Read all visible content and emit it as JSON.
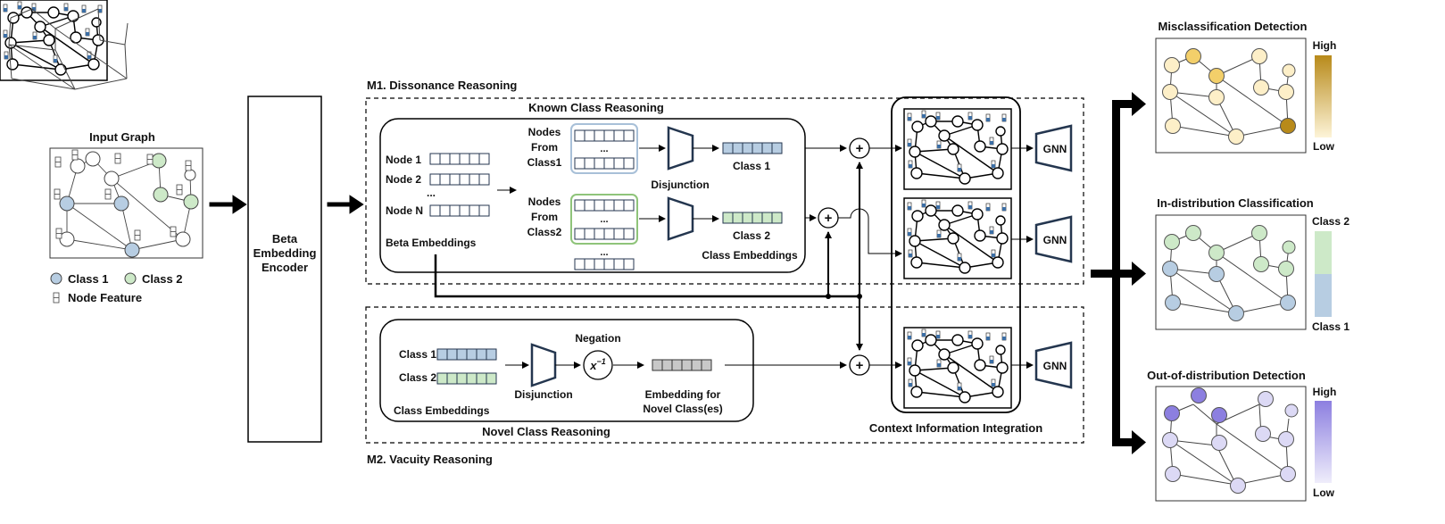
{
  "input": {
    "title": "Input Graph",
    "legend": {
      "class1": "Class 1",
      "class2": "Class 2",
      "feature": "Node Feature"
    }
  },
  "encoder": {
    "line1": "Beta",
    "line2": "Embedding",
    "line3": "Encoder"
  },
  "m1": {
    "title": "M1. Dissonance Reasoning",
    "box_title": "Known Class Reasoning",
    "node1": "Node 1",
    "node2": "Node 2",
    "dots": "...",
    "nodeN": "Node N",
    "beta_embeddings": "Beta Embeddings",
    "nodes_from_1": [
      "Nodes",
      "From",
      "Class1"
    ],
    "nodes_from_2": [
      "Nodes",
      "From",
      "Class2"
    ],
    "disjunction": "Disjunction",
    "class1": "Class 1",
    "class2": "Class 2",
    "class_embeddings": "Class Embeddings"
  },
  "m2": {
    "title": "M2. Vacuity Reasoning",
    "box_title": "Novel Class Reasoning",
    "class1": "Class 1",
    "class2": "Class 2",
    "class_embeddings": "Class Embeddings",
    "disjunction": "Disjunction",
    "negation": "Negation",
    "neg_symbol": "x",
    "neg_exp": "−1",
    "novel_line1": "Embedding for",
    "novel_line2": "Novel Class(es)"
  },
  "context": {
    "title": "Context Information Integration",
    "gnn": "GNN",
    "plus": "+"
  },
  "outputs": {
    "misclassification": {
      "title": "Misclassification Detection",
      "high": "High",
      "low": "Low"
    },
    "indist": {
      "title": "In-distribution Classification",
      "top": "Class 2",
      "bottom": "Class 1"
    },
    "ood": {
      "title": "Out-of-distribution Detection",
      "high": "High",
      "low": "Low"
    }
  },
  "colors": {
    "class1": "#b7cde2",
    "class2": "#cde9c8",
    "gray": "#c8c8c8",
    "dark_gold": "#b88a1a",
    "mid_gold": "#f3cf6a",
    "light_gold": "#fdefc8",
    "dark_purple": "#8c7fe0",
    "light_purple": "#dcd9f5",
    "arrow": "#000000",
    "trapezoid": "#24364f"
  }
}
